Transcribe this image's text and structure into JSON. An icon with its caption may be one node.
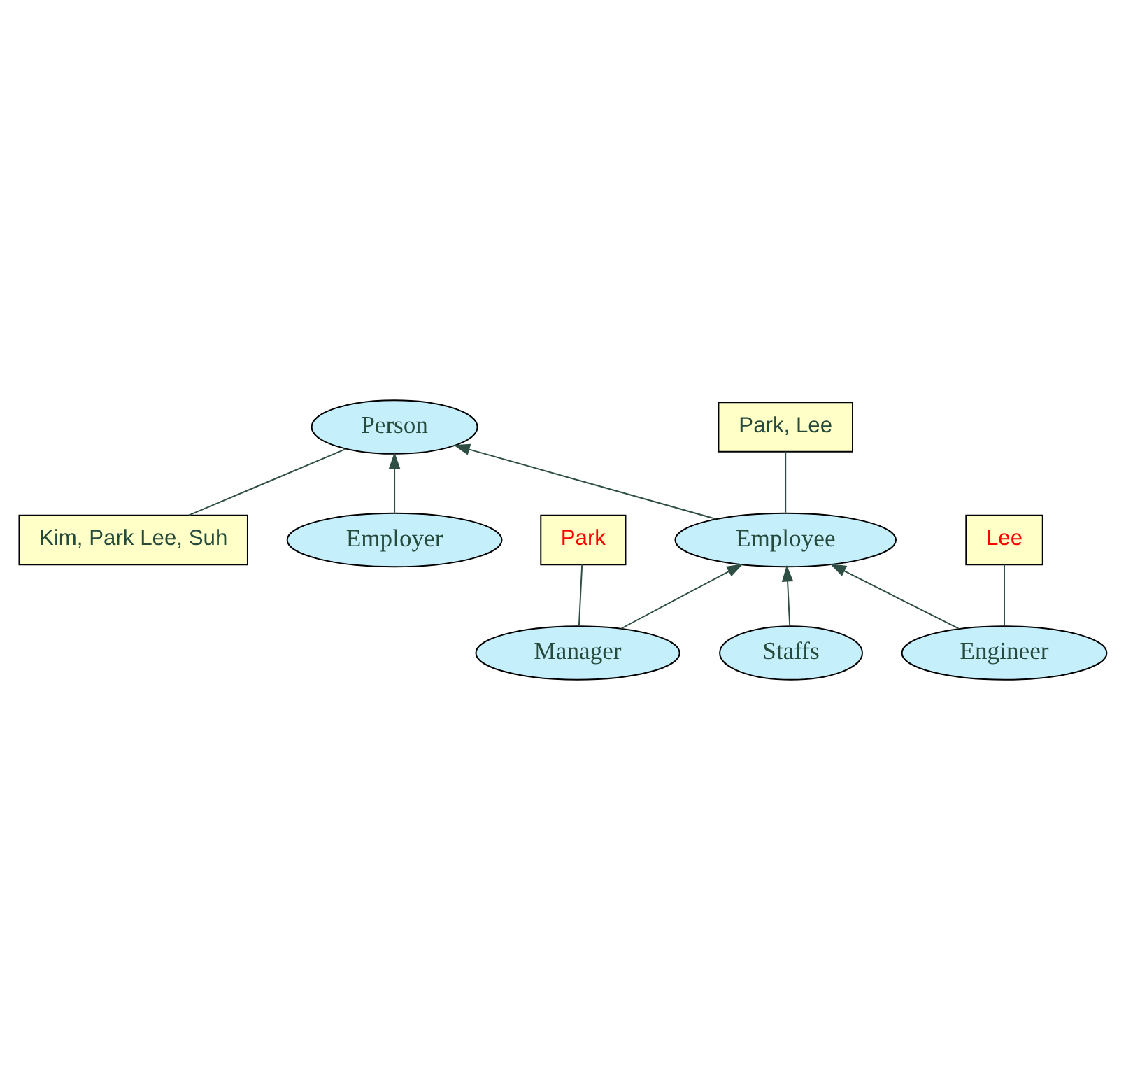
{
  "diagram": {
    "nodes": [
      {
        "text": [
          "Person"
        ]
      },
      {
        "text": [
          "Kim, Park Lee, Suh"
        ]
      },
      {
        "text": [
          "Employer"
        ]
      },
      {
        "text": [
          "Employee"
        ]
      },
      {
        "text": [
          "Park, Lee"
        ]
      },
      {
        "text": [
          "Manager"
        ]
      },
      {
        "text": [
          "Engineer"
        ]
      },
      {
        "text": [
          "Staffs"
        ]
      },
      {
        "text": [
          "Park"
        ]
      },
      {
        "text": [
          "Lee"
        ]
      }
    ],
    "edges": [
      {
        "from": 1,
        "to": 0,
        "arrow": "none"
      },
      {
        "from": 2,
        "to": 0,
        "arrow": "to"
      },
      {
        "from": 3,
        "to": 0,
        "arrow": "to"
      },
      {
        "from": 3,
        "to": 4,
        "arrow": "none"
      },
      {
        "from": 5,
        "to": 3,
        "arrow": "to"
      },
      {
        "from": 6,
        "to": 3,
        "arrow": "to"
      },
      {
        "from": 7,
        "to": 3,
        "arrow": "to"
      },
      {
        "from": 5,
        "to": 8,
        "arrow": "none"
      },
      {
        "from": 6,
        "to": 9,
        "arrow": "none"
      }
    ]
  }
}
